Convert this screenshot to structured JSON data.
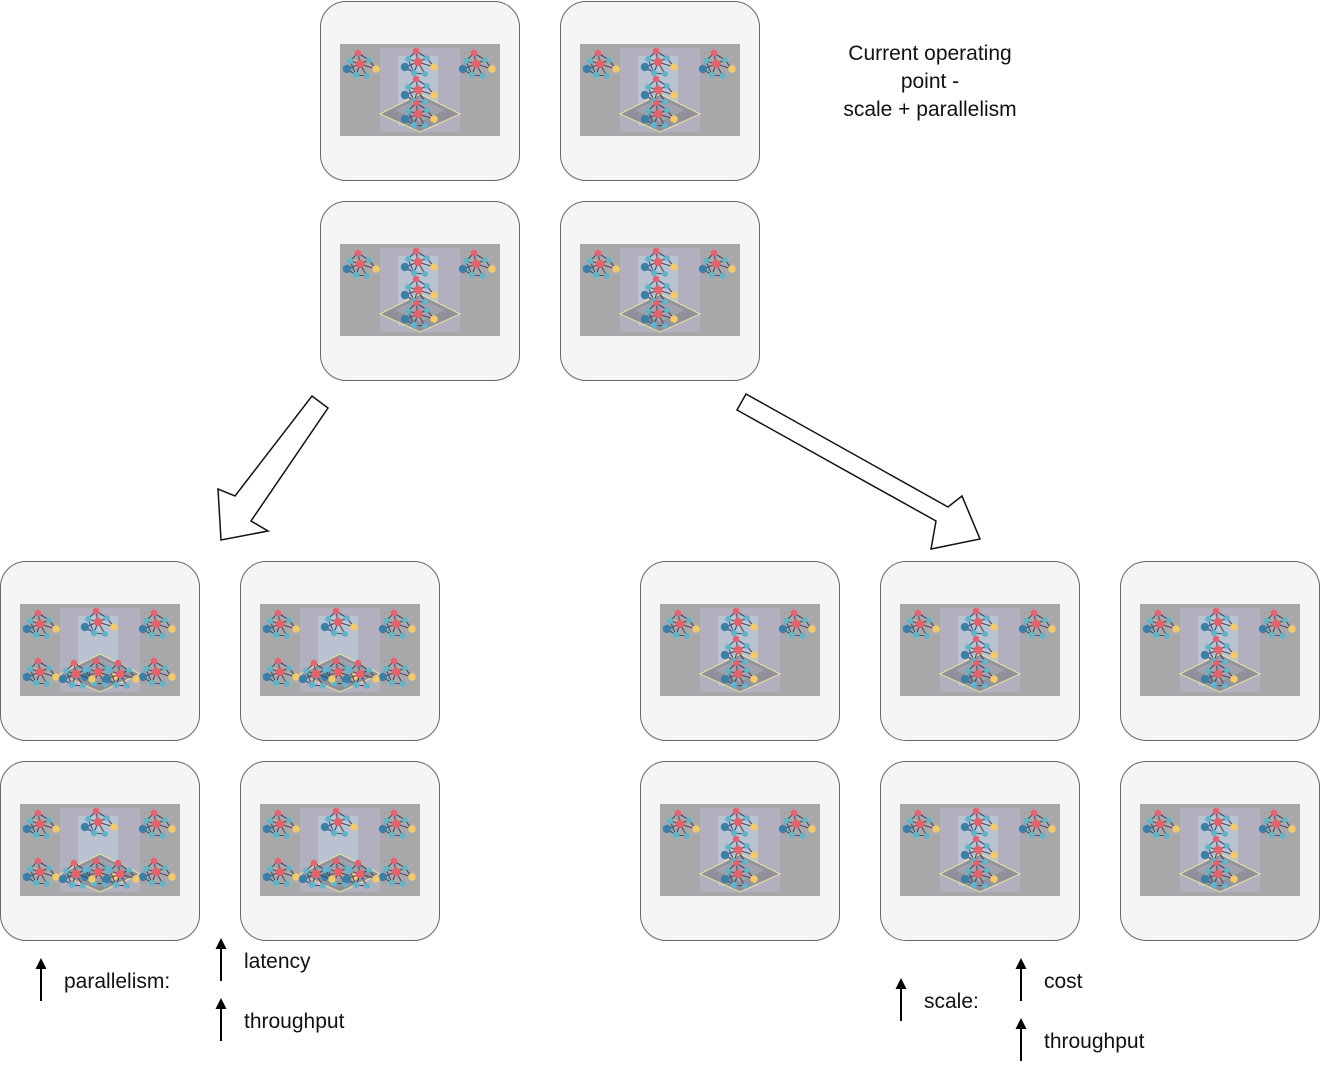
{
  "caption": {
    "lines": [
      "Current operating",
      "point -",
      "scale + parallelism"
    ]
  },
  "groups": {
    "current": {
      "box_count": 4,
      "models_per_box": 5
    },
    "parallelism_option": {
      "box_count": 4,
      "models_per_box": 8
    },
    "scale_option": {
      "box_count": 6,
      "models_per_box": 5
    }
  },
  "parallelism_effect": {
    "factor": "parallelism:",
    "outcomes": [
      "latency",
      "throughput"
    ]
  },
  "scale_effect": {
    "factor": "scale:",
    "outcomes": [
      "cost",
      "throughput"
    ]
  },
  "icons": {
    "arrow": "up-arrow-icon",
    "transition": "hollow-arrow-icon",
    "node": "server-node-icon"
  },
  "colors": {
    "box_fill": "#f5f5f5",
    "box_border": "#666666",
    "thumb_bg": "#a8a8ab",
    "model_red": "#e8606a",
    "model_teal": "#5fb6c8",
    "model_blue": "#3a7fa8",
    "model_yellow": "#f5c86a"
  }
}
